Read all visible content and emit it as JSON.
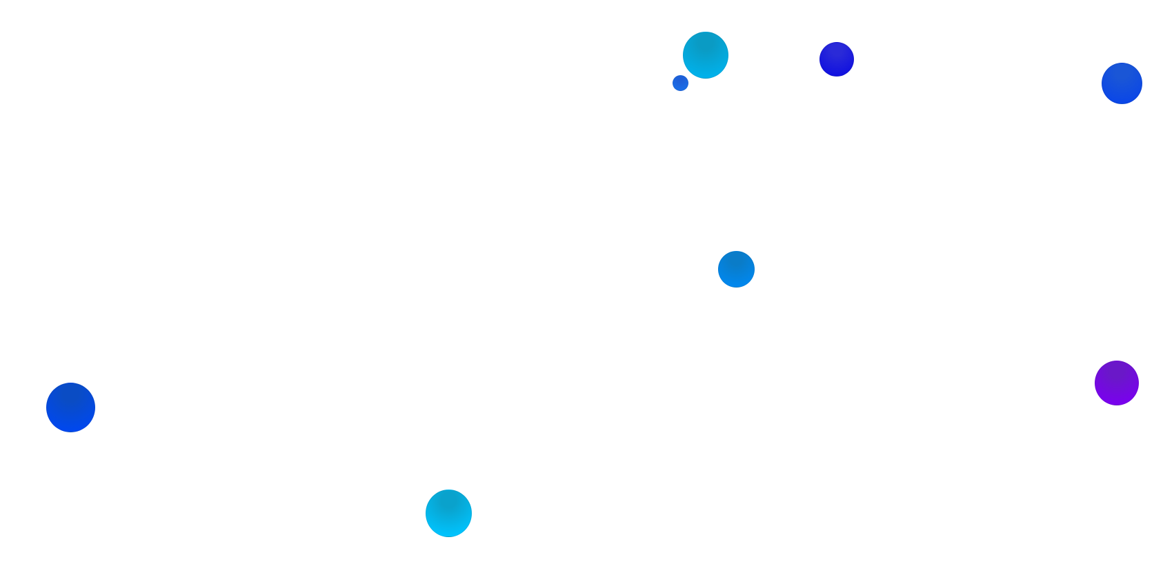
{
  "scene": {
    "background": "#ffffff",
    "balls": [
      {
        "name": "ball-cyan-top",
        "color_top": "#0a9bc4",
        "color_bottom": "#00b2ec"
      },
      {
        "name": "ball-small-blue",
        "color_top": "#1e5fd8",
        "color_bottom": "#1a6fe8"
      },
      {
        "name": "ball-indigo-top",
        "color_top": "#2a2ad8",
        "color_bottom": "#1010e0"
      },
      {
        "name": "ball-blue-top-right",
        "color_top": "#1a56d6",
        "color_bottom": "#0a46e8"
      },
      {
        "name": "ball-sky-blue-center",
        "color_top": "#0a7cc8",
        "color_bottom": "#0088f0"
      },
      {
        "name": "ball-violet-right",
        "color_top": "#6a18c8",
        "color_bottom": "#7a00f0"
      },
      {
        "name": "ball-blue-bottom-left",
        "color_top": "#0a4cc4",
        "color_bottom": "#0048f0"
      },
      {
        "name": "ball-cyan-bottom",
        "color_top": "#0aa2cc",
        "color_bottom": "#00c4ff"
      }
    ]
  }
}
